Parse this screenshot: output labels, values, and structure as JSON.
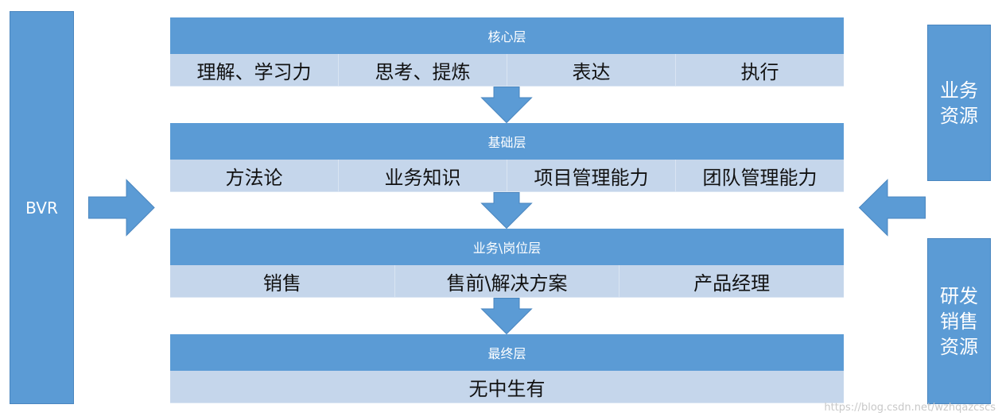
{
  "left_box": {
    "label": "BVR"
  },
  "right_boxes": [
    {
      "label": "业务\n资源"
    },
    {
      "label": "研发\n销售\n资源"
    }
  ],
  "layers": [
    {
      "title": "核心层",
      "items": [
        "理解、学习力",
        "思考、提炼",
        "表达",
        "执行"
      ]
    },
    {
      "title": "基础层",
      "items": [
        "方法论",
        "业务知识",
        "项目管理能力",
        "团队管理能力"
      ]
    },
    {
      "title": "业务\\岗位层",
      "items": [
        "销售",
        "售前\\解决方案",
        "产品经理"
      ]
    },
    {
      "title": "最终层",
      "items": [
        "无中生有"
      ]
    }
  ],
  "watermark": "https://blog.csdn.net/wzhqazcscs",
  "colors": {
    "primary": "#5b9bd5",
    "light": "#c5d6eb"
  }
}
